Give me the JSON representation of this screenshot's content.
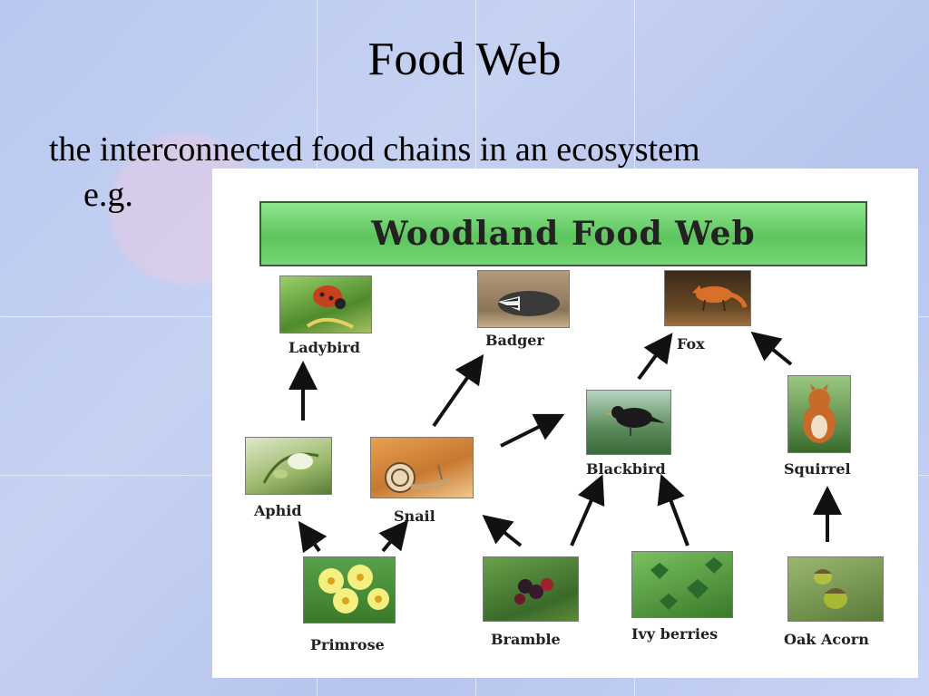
{
  "slide": {
    "title": "Food Web",
    "definition_line1": "the interconnected food chains in an ecosystem",
    "definition_line2": "e.g."
  },
  "diagram": {
    "banner": "Woodland  Food Web",
    "organisms": {
      "ladybird": "Ladybird",
      "badger": "Badger",
      "fox": "Fox",
      "aphid": "Aphid",
      "snail": "Snail",
      "blackbird": "Blackbird",
      "squirrel": "Squirrel",
      "primrose": "Primrose",
      "bramble": "Bramble",
      "ivy_berries": "Ivy berries",
      "oak_acorn": "Oak Acorn"
    },
    "arrows": [
      {
        "from": "Aphid",
        "to": "Ladybird"
      },
      {
        "from": "Snail",
        "to": "Badger"
      },
      {
        "from": "Snail",
        "to": "Blackbird"
      },
      {
        "from": "Blackbird",
        "to": "Fox"
      },
      {
        "from": "Squirrel",
        "to": "Fox"
      },
      {
        "from": "Primrose",
        "to": "Aphid"
      },
      {
        "from": "Primrose",
        "to": "Snail"
      },
      {
        "from": "Bramble",
        "to": "Snail"
      },
      {
        "from": "Bramble",
        "to": "Blackbird"
      },
      {
        "from": "Ivy berries",
        "to": "Blackbird"
      },
      {
        "from": "Oak Acorn",
        "to": "Squirrel"
      }
    ]
  }
}
